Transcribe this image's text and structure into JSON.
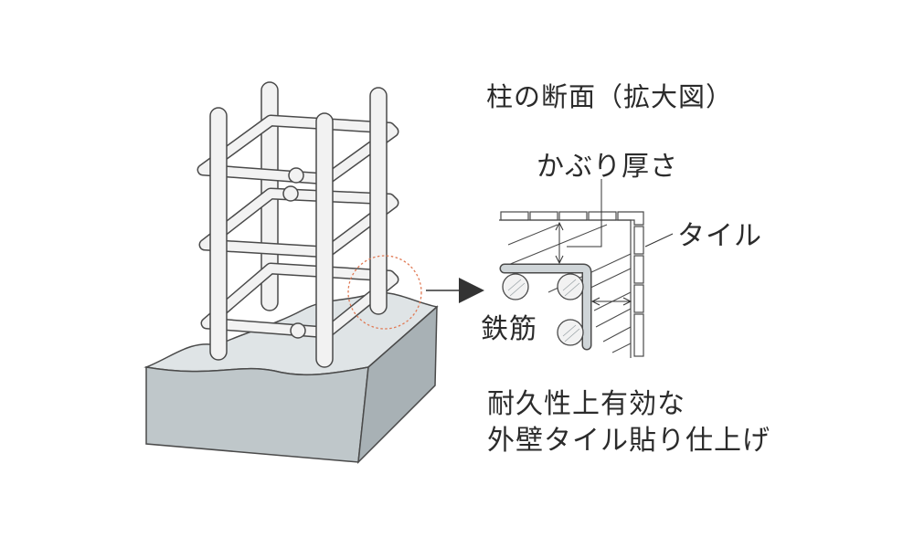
{
  "diagram": {
    "section_title": "柱の断面（拡大図）",
    "labels": {
      "cover_thickness": "かぶり厚さ",
      "tile": "タイル",
      "rebar": "鉄筋"
    },
    "description": {
      "line1": "耐久性上有効な",
      "line2": "外壁タイル貼り仕上げ"
    }
  },
  "colors": {
    "concrete_front": "#bfc7ca",
    "concrete_top": "#dfe4e6",
    "concrete_side": "#a8b1b5",
    "rebar_fill": "#f2f2f2",
    "outline": "#4a4a4a",
    "highlight_circle": "#e07a55",
    "arrow": "#333333"
  }
}
